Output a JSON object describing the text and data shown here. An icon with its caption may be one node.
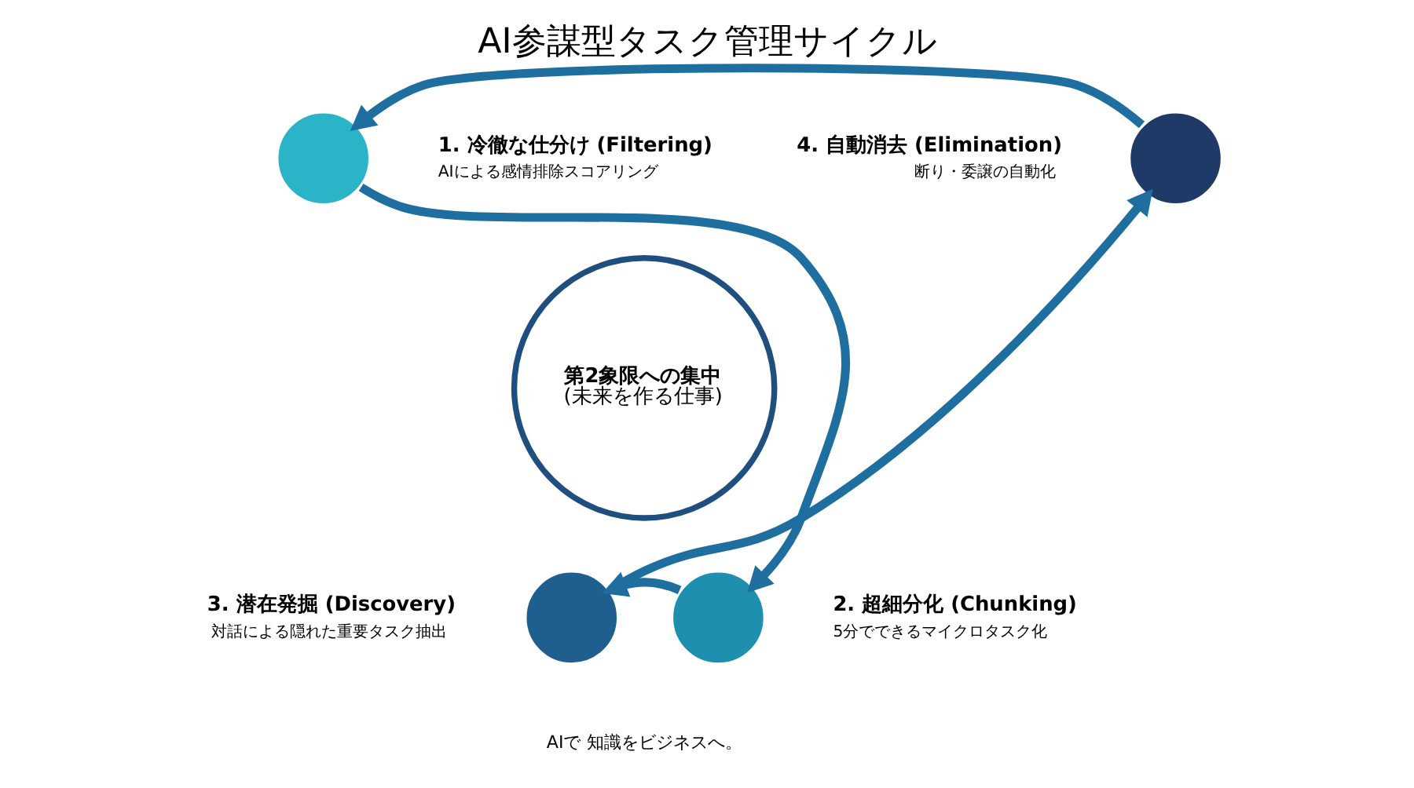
{
  "diagram": {
    "title": "AI参謀型タスク管理サイクル",
    "nodes": [
      {
        "text": [],
        "shape": "circle",
        "beside": [
          "4. 自動消去 (Elimination)",
          "断り・委譲の自動化"
        ]
      },
      {
        "text": [],
        "shape": "circle",
        "beside": [
          "1. 冷徹な仕分け (Filtering)",
          "AIによる感情排除スコアリング"
        ]
      },
      {
        "text": [
          "第2象限への集中",
          "(未来を作る仕事)"
        ]
      },
      {
        "text": [],
        "shape": "circle",
        "beside": [
          "3. 潜在発掘 (Discovery)",
          "対話による隠れた重要タスク抽出"
        ]
      },
      {
        "text": [],
        "shape": "circle",
        "beside": [
          "2. 超細分化 (Chunking)",
          "5分でできるマイクロタスク化"
        ]
      }
    ],
    "edges": [
      {
        "from": 0,
        "to": 1,
        "arrow": "to"
      },
      {
        "from": 1,
        "to": 4,
        "arrow": "to"
      },
      {
        "from": 4,
        "to": 3,
        "arrow": "to"
      },
      {
        "from": 3,
        "to": 0,
        "arrow": "to"
      }
    ],
    "labels": [
      "AIで 知識をビジネスへ。"
    ]
  }
}
